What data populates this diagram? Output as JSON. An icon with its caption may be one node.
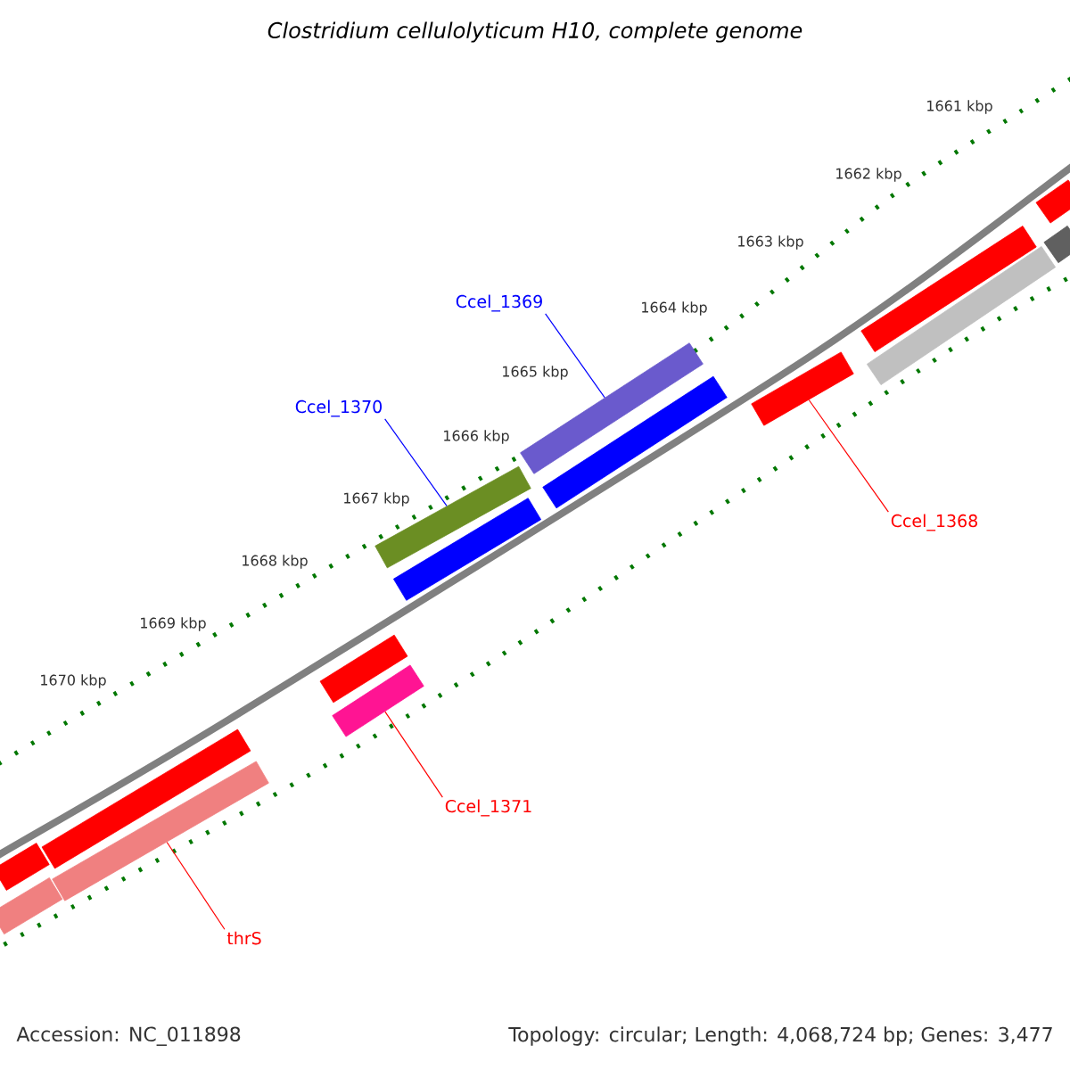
{
  "diagram": {
    "title": "Clostridium cellulolyticum H10, complete genome",
    "nodes": [
      {
        "text": [
          "Ccel_1369"
        ]
      },
      {
        "text": [
          "Ccel_1370"
        ]
      },
      {
        "text": [
          "Ccel_1368"
        ]
      },
      {
        "text": [
          "Ccel_1371"
        ]
      },
      {
        "text": [
          "thrS"
        ]
      },
      {
        "text": [],
        "shape": "bar"
      },
      {
        "text": [],
        "shape": "bar"
      },
      {
        "text": [],
        "shape": "bar"
      },
      {
        "text": [],
        "shape": "bar"
      },
      {
        "text": [],
        "shape": "bar"
      },
      {
        "text": [],
        "shape": "bar"
      },
      {
        "text": [],
        "shape": "bar"
      },
      {
        "text": [],
        "shape": "bar"
      },
      {
        "text": [],
        "shape": "bar"
      },
      {
        "text": [],
        "shape": "bar"
      },
      {
        "text": [],
        "shape": "bar"
      },
      {
        "text": [],
        "shape": "bar"
      },
      {
        "text": [],
        "shape": "bar"
      },
      {
        "text": [],
        "shape": "bar"
      },
      {
        "text": [],
        "shape": "bar"
      }
    ],
    "edges": [
      {
        "from": 0,
        "to": 5,
        "arrow": "none",
        "color": "#0000ff"
      },
      {
        "from": 1,
        "to": 6,
        "arrow": "none",
        "color": "#0000ff"
      },
      {
        "from": 2,
        "to": 9,
        "arrow": "none"
      },
      {
        "from": 3,
        "to": 15,
        "arrow": "none"
      },
      {
        "from": 4,
        "to": 18,
        "arrow": "none"
      }
    ],
    "labels": [
      "1661 kbp",
      "1662 kbp",
      "1663 kbp",
      "1664 kbp",
      "1665 kbp",
      "1666 kbp",
      "1667 kbp",
      "1668 kbp",
      "1669 kbp",
      "1670 kbp",
      "Accession: NC_011898",
      "Topology: circular; Length: 4,068,724 bp; Genes: 3,477"
    ]
  }
}
